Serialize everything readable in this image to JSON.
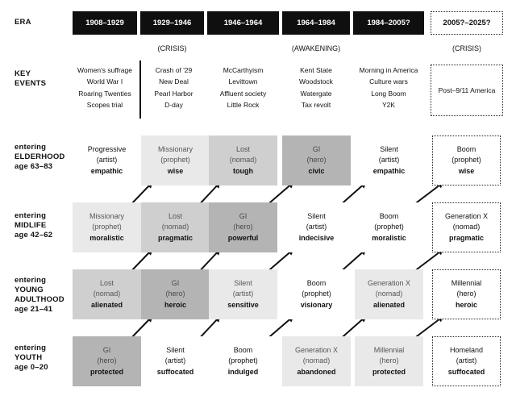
{
  "labels": {
    "era": "ERA",
    "key_events": [
      "KEY",
      "EVENTS"
    ],
    "elderhood": [
      "entering",
      "ELDERHOOD",
      "age 63–83"
    ],
    "midlife": [
      "entering",
      "MIDLIFE",
      "age 42–62"
    ],
    "young_adulthood": [
      "entering",
      "YOUNG",
      "ADULTHOOD",
      "age 21–41"
    ],
    "youth": [
      "entering",
      "YOUTH",
      "age 0–20"
    ]
  },
  "eras": [
    "1908–1929",
    "1929–1946",
    "1946–1964",
    "1964–1984",
    "1984–2005?",
    "2005?–2025?"
  ],
  "phases": [
    "",
    "(CRISIS)",
    "",
    "(AWAKENING)",
    "",
    "(CRISIS)"
  ],
  "events": [
    [
      "Women's suffrage",
      "World War I",
      "Roaring Twenties",
      "Scopes trial"
    ],
    [
      "Crash of '29",
      "New Deal",
      "Pearl Harbor",
      "D-day"
    ],
    [
      "McCarthyism",
      "Levittown",
      "Affluent society",
      "Little Rock"
    ],
    [
      "Kent State",
      "Woodstock",
      "Watergate",
      "Tax revolt"
    ],
    [
      "Morning in America",
      "Culture wars",
      "Long Boom",
      "Y2K"
    ],
    [
      "Post–9/11 America"
    ]
  ],
  "rows": {
    "elderhood": [
      {
        "name": "Progressive",
        "archetype": "(artist)",
        "trait": "empathic"
      },
      {
        "name": "Missionary",
        "archetype": "(prophet)",
        "trait": "wise"
      },
      {
        "name": "Lost",
        "archetype": "(nomad)",
        "trait": "tough"
      },
      {
        "name": "GI",
        "archetype": "(hero)",
        "trait": "civic"
      },
      {
        "name": "Silent",
        "archetype": "(artist)",
        "trait": "empathic"
      },
      {
        "name": "Boom",
        "archetype": "(prophet)",
        "trait": "wise"
      }
    ],
    "midlife": [
      {
        "name": "Missionary",
        "archetype": "(prophet)",
        "trait": "moralistic"
      },
      {
        "name": "Lost",
        "archetype": "(nomad)",
        "trait": "pragmatic"
      },
      {
        "name": "GI",
        "archetype": "(hero)",
        "trait": "powerful"
      },
      {
        "name": "Silent",
        "archetype": "(artist)",
        "trait": "indecisive"
      },
      {
        "name": "Boom",
        "archetype": "(prophet)",
        "trait": "moralistic"
      },
      {
        "name": "Generation X",
        "archetype": "(nomad)",
        "trait": "pragmatic"
      }
    ],
    "young_adulthood": [
      {
        "name": "Lost",
        "archetype": "(nomad)",
        "trait": "alienated"
      },
      {
        "name": "GI",
        "archetype": "(hero)",
        "trait": "heroic"
      },
      {
        "name": "Silent",
        "archetype": "(artist)",
        "trait": "sensitive"
      },
      {
        "name": "Boom",
        "archetype": "(prophet)",
        "trait": "visionary"
      },
      {
        "name": "Generation X",
        "archetype": "(nomad)",
        "trait": "alienated"
      },
      {
        "name": "Millennial",
        "archetype": "(hero)",
        "trait": "heroic"
      }
    ],
    "youth": [
      {
        "name": "GI",
        "archetype": "(hero)",
        "trait": "protected"
      },
      {
        "name": "Silent",
        "archetype": "(artist)",
        "trait": "suffocated"
      },
      {
        "name": "Boom",
        "archetype": "(prophet)",
        "trait": "indulged"
      },
      {
        "name": "Generation X",
        "archetype": "(nomad)",
        "trait": "abandoned"
      },
      {
        "name": "Millennial",
        "archetype": "(hero)",
        "trait": "protected"
      },
      {
        "name": "Homeland",
        "archetype": "(artist)",
        "trait": "suffocated"
      }
    ]
  },
  "colors": {
    "era_fill": "#0f0f0f",
    "gi_generation": "#b4b4b4",
    "lost_generation": "#cfcfcf",
    "missionary_generation": "#e9e9e9"
  }
}
